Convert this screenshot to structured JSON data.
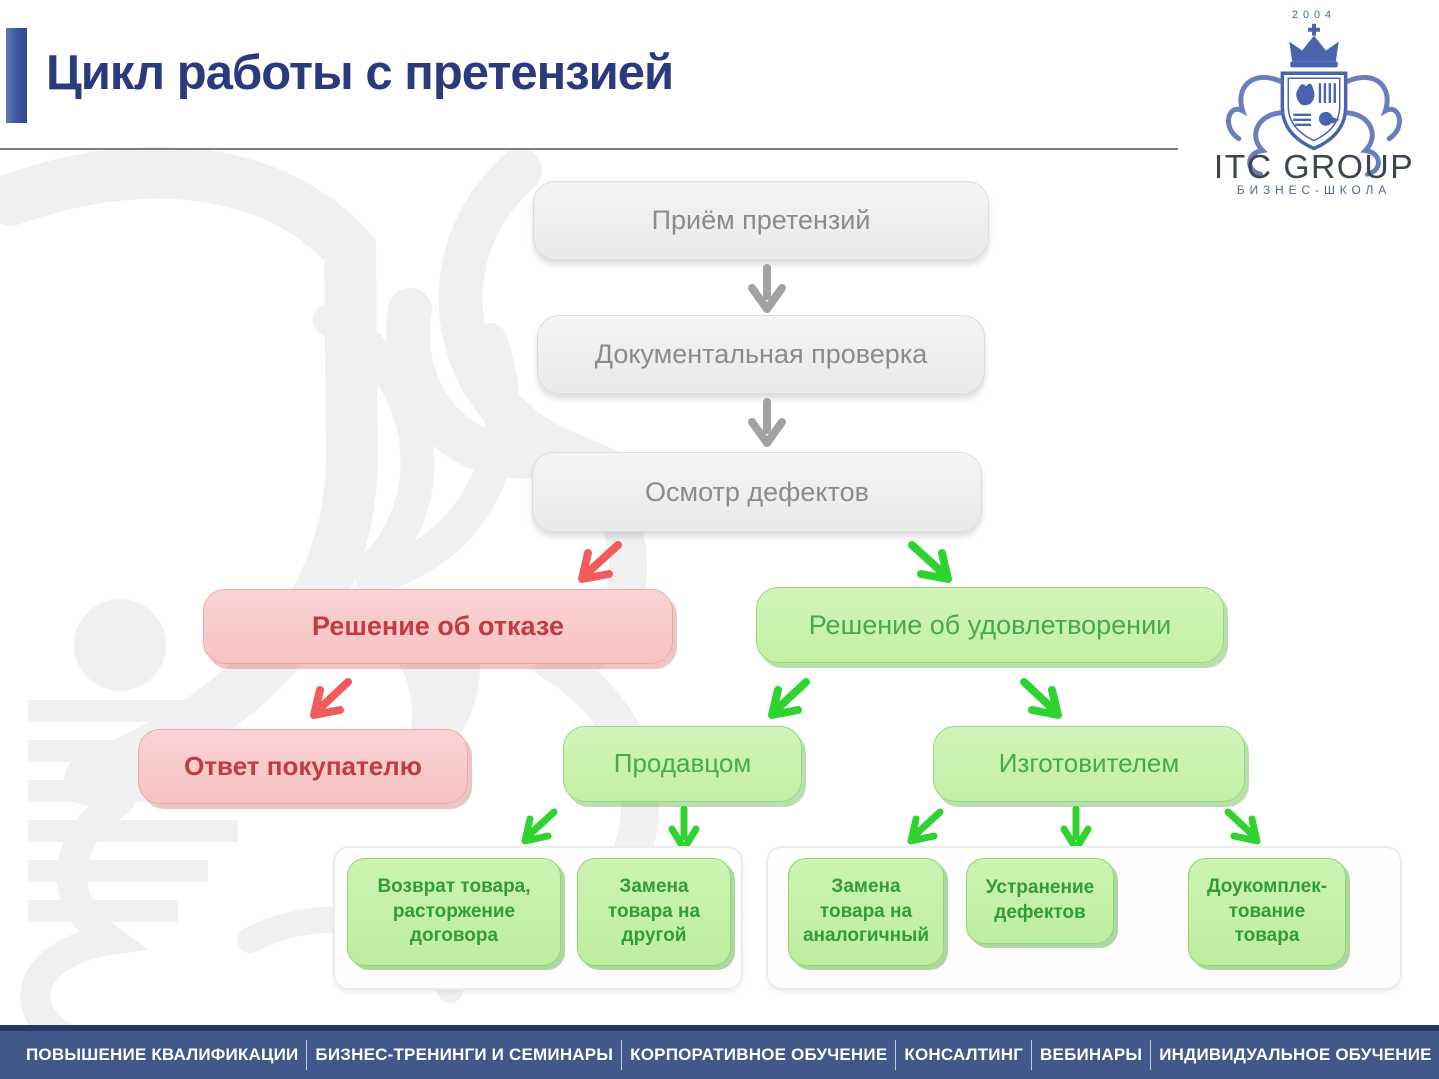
{
  "slide": {
    "title": "Цикл работы с претензией"
  },
  "logo": {
    "year": "2004",
    "name": "ITC GROUP",
    "subtitle": "БИЗНЕС-ШКОЛА"
  },
  "colors": {
    "title": "#2b3a7d",
    "footer_bar": "#42578a",
    "gray_fill": "#ededed",
    "pink_fill": "#f9caca",
    "green_fill": "#c9f2ae",
    "arrow_red": "#f15b5b",
    "arrow_green": "#2fd32f",
    "arrow_gray": "#a2a2a2"
  },
  "flowchart": {
    "steps": [
      {
        "label": "Приём претензий"
      },
      {
        "label": "Документальная проверка"
      },
      {
        "label": "Осмотр дефектов"
      }
    ],
    "reject_branch": {
      "decision": "Решение об отказе",
      "result": "Ответ покупателю"
    },
    "satisfy_branch": {
      "decision": "Решение об удовлетворении",
      "seller": "Продавцом",
      "manufacturer": "Изготовителем",
      "seller_options": [
        {
          "label": "Возврат товара,\nрасторжение\nдоговора"
        },
        {
          "label": "Замена\nтовара на\nдругой"
        }
      ],
      "manufacturer_options": [
        {
          "label": "Замена\nтовара на\nаналогичный"
        },
        {
          "label": "Устранение\nдефектов"
        },
        {
          "label": "Доукомплек-\nтование\nтовара"
        }
      ]
    }
  },
  "footer": {
    "items": [
      "ПОВЫШЕНИЕ КВАЛИФИКАЦИИ",
      "БИЗНЕС-ТРЕНИНГИ И СЕМИНАРЫ",
      "КОРПОРАТИВНОЕ ОБУЧЕНИЕ",
      "КОНСАЛТИНГ",
      "ВЕБИНАРЫ",
      "ИНДИВИДУАЛЬНОЕ ОБУЧЕНИЕ"
    ]
  }
}
